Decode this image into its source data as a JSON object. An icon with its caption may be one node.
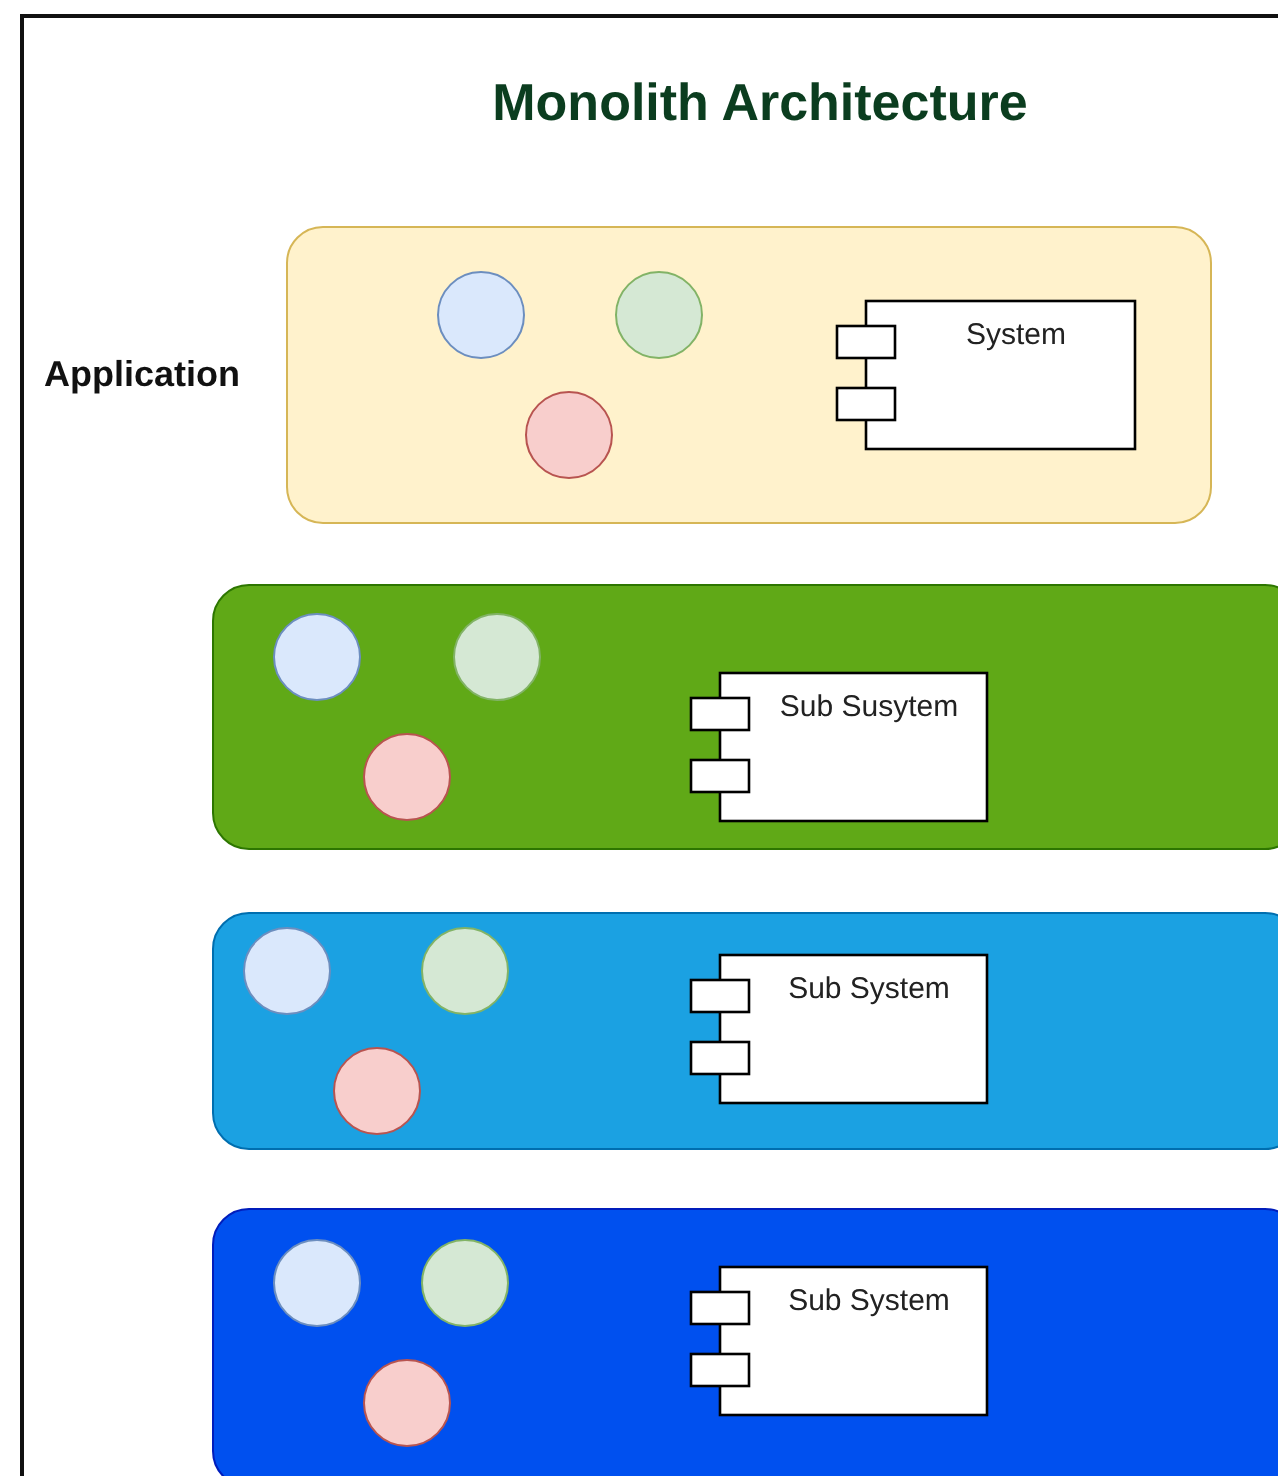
{
  "diagram": {
    "title": "Monolith Architecture",
    "nodes": [
      {
        "text": [
          "Application"
        ]
      },
      {
        "text": [],
        "shape": "circle",
        "in": 0
      },
      {
        "text": [],
        "shape": "circle",
        "in": 0
      },
      {
        "text": [],
        "shape": "circle",
        "in": 0
      },
      {
        "text": [
          "System"
        ],
        "in": 0
      },
      {
        "text": [],
        "shape": "box"
      },
      {
        "text": [],
        "shape": "circle",
        "in": 5
      },
      {
        "text": [],
        "shape": "circle",
        "in": 5
      },
      {
        "text": [],
        "shape": "circle",
        "in": 5
      },
      {
        "text": [
          "Sub Susytem"
        ],
        "in": 5
      },
      {
        "text": [],
        "shape": "box"
      },
      {
        "text": [],
        "shape": "circle",
        "in": 10
      },
      {
        "text": [],
        "shape": "circle",
        "in": 10
      },
      {
        "text": [],
        "shape": "circle",
        "in": 10
      },
      {
        "text": [
          "Sub System"
        ],
        "in": 10
      },
      {
        "text": [],
        "shape": "box"
      },
      {
        "text": [],
        "shape": "circle",
        "in": 15
      },
      {
        "text": [],
        "shape": "circle",
        "in": 15
      },
      {
        "text": [],
        "shape": "circle",
        "in": 15
      },
      {
        "text": [
          "Sub System"
        ],
        "in": 15
      }
    ],
    "edges": []
  }
}
